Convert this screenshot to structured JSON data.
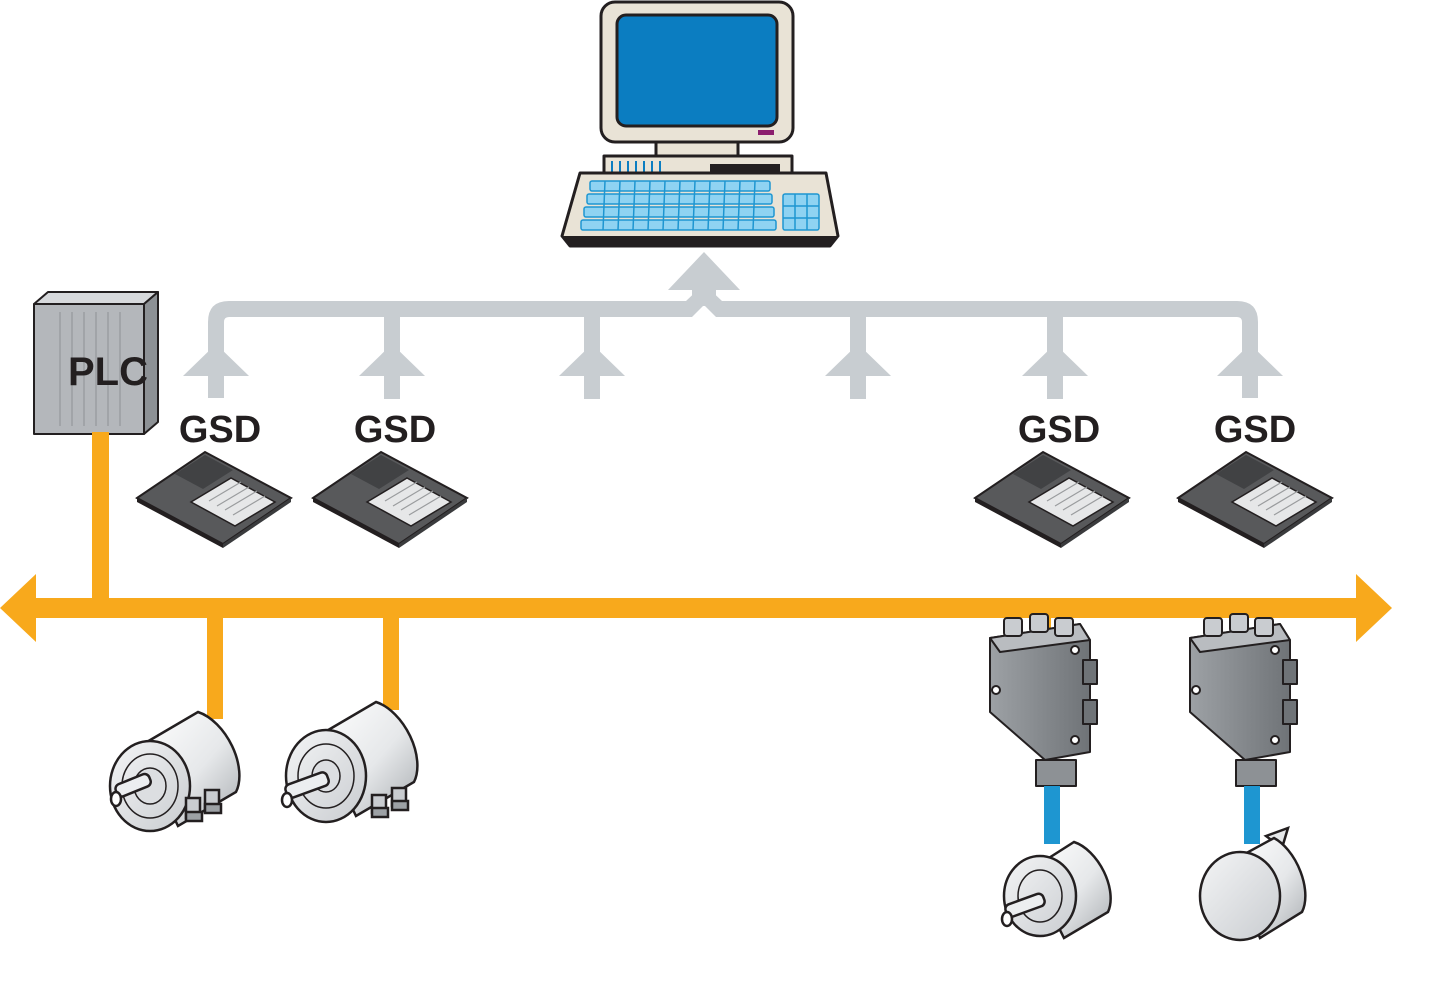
{
  "labels": {
    "plc": "PLC",
    "gsd": [
      "GSD",
      "GSD",
      "GSD",
      "GSD"
    ]
  },
  "colors": {
    "fieldbus": "#f8a91c",
    "gsd_distribution": "#c8cdd1",
    "screen": "#0b7dc1",
    "cable": "#1e96d1",
    "outline": "#231f20"
  },
  "icons": [
    "computer-icon",
    "plc-cabinet-icon",
    "floppy-disk-icon",
    "encoder-icon",
    "bus-cover-icon"
  ]
}
